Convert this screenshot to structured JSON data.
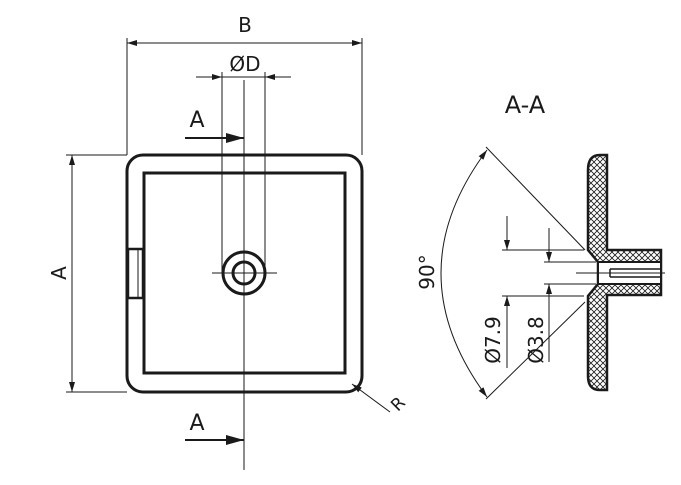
{
  "labels": {
    "dim_b": "B",
    "dim_d": "ØD",
    "dim_a": "A",
    "section_top": "A",
    "section_bottom": "A",
    "section_title": "A-A",
    "angle": "90°",
    "dia_outer": "Ø7.9",
    "dia_inner": "Ø3.8",
    "radius": "R"
  },
  "colors": {
    "line": "#1a1a1a",
    "background": "#ffffff"
  }
}
